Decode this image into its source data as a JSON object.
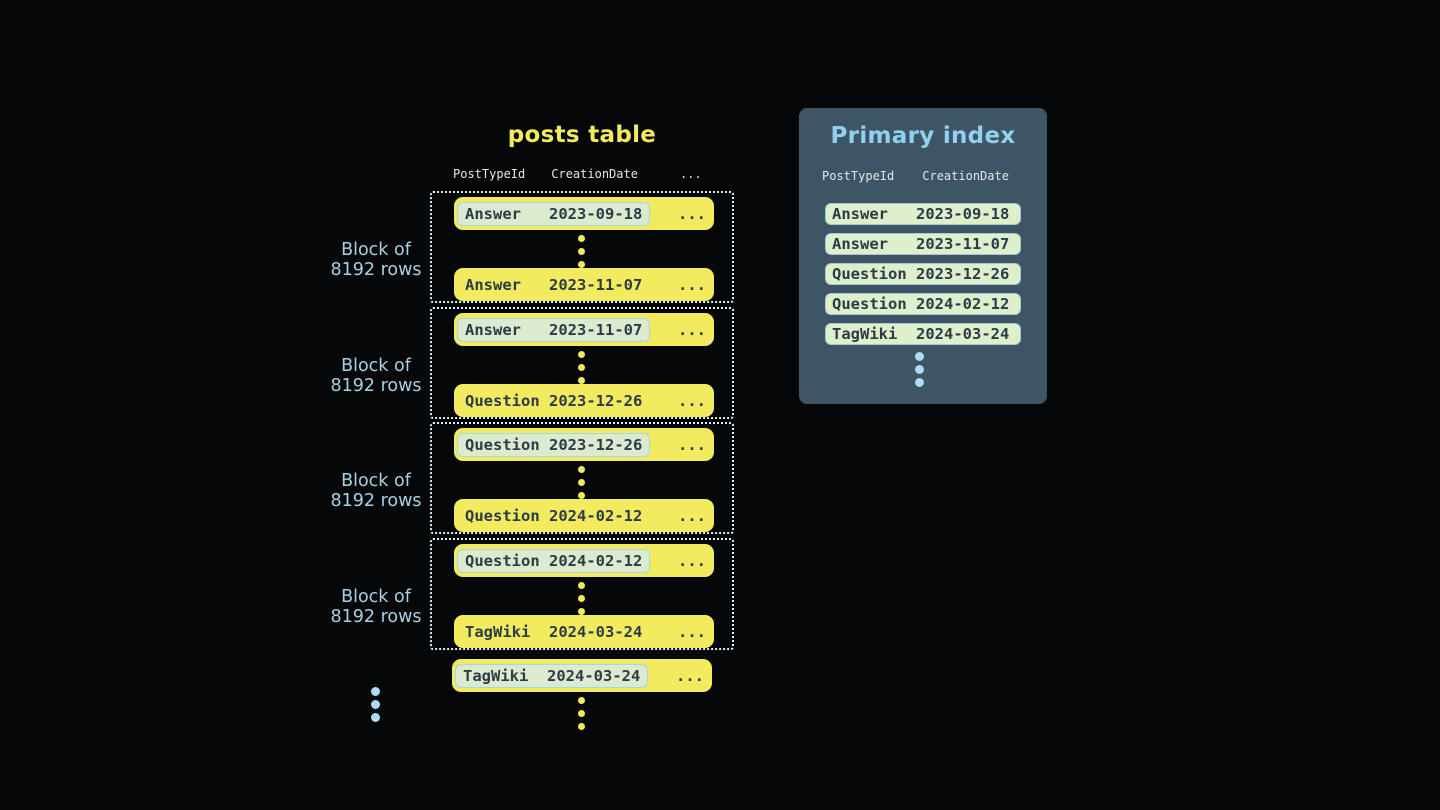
{
  "posts_table": {
    "title": "posts table",
    "columns": {
      "col1": "PostTypeId",
      "col2": "CreationDate"
    },
    "ellipsis": "...",
    "block_label": {
      "line1": "Block of",
      "line2": "8192 rows"
    },
    "blocks": [
      {
        "first": {
          "type": "Answer",
          "date": "2023-09-18"
        },
        "last": {
          "type": "Answer",
          "date": "2023-11-07"
        }
      },
      {
        "first": {
          "type": "Answer",
          "date": "2023-11-07"
        },
        "last": {
          "type": "Question",
          "date": "2023-12-26"
        }
      },
      {
        "first": {
          "type": "Question",
          "date": "2023-12-26"
        },
        "last": {
          "type": "Question",
          "date": "2024-02-12"
        }
      },
      {
        "first": {
          "type": "Question",
          "date": "2024-02-12"
        },
        "last": {
          "type": "TagWiki",
          "date": "2024-03-24"
        }
      }
    ],
    "trailing_row": {
      "type": "TagWiki",
      "date": "2024-03-24"
    }
  },
  "primary_index": {
    "title": "Primary index",
    "columns": {
      "col1": "PostTypeId",
      "col2": "CreationDate"
    },
    "rows": [
      {
        "type": "Answer",
        "date": "2023-09-18"
      },
      {
        "type": "Answer",
        "date": "2023-11-07"
      },
      {
        "type": "Question",
        "date": "2023-12-26"
      },
      {
        "type": "Question",
        "date": "2024-02-12"
      },
      {
        "type": "TagWiki",
        "date": "2024-03-24"
      }
    ]
  },
  "colors": {
    "background": "#060708",
    "row_yellow": "#f2eb60",
    "row_text": "#2c3b47",
    "highlight_green": "#dcebcf",
    "highlight_border": "#a5d7e9",
    "panel_background": "#3e5565",
    "panel_title_blue": "#93cfee",
    "index_row_green": "#dfeecb",
    "block_label_blue": "#a9d0e4",
    "dot_blue": "#abdcf5",
    "header_text": "#e4e7e8",
    "dotted_border": "#d9eef6"
  }
}
